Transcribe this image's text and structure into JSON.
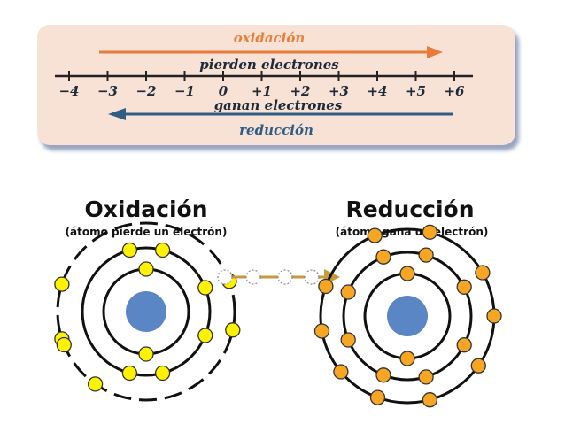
{
  "scale": {
    "top_label": "oxidación",
    "upper_caption": "pierden electrones",
    "lower_caption": "ganan electrones",
    "bottom_label": "reducción",
    "ticks": [
      "−4",
      "−3",
      "−2",
      "−1",
      "0",
      "+1",
      "+2",
      "+3",
      "+4",
      "+5",
      "+6"
    ],
    "arrow_color_oxidation": "#e87a3a",
    "arrow_color_reduction": "#2f5d84",
    "label_color_oxidation": "#e8803c",
    "label_color_reduction": "#2f5d84"
  },
  "left_atom": {
    "title": "Oxidación",
    "subtitle": "(átomo pierde un electrón)",
    "electron_color": "#fff200",
    "nucleus_color": "#5b86c5"
  },
  "right_atom": {
    "title": "Reducción",
    "subtitle": "(átomo gana un electrón)",
    "electron_color": "#f6a623",
    "nucleus_color": "#5b86c5"
  },
  "transfer_color": "#c79a3a"
}
